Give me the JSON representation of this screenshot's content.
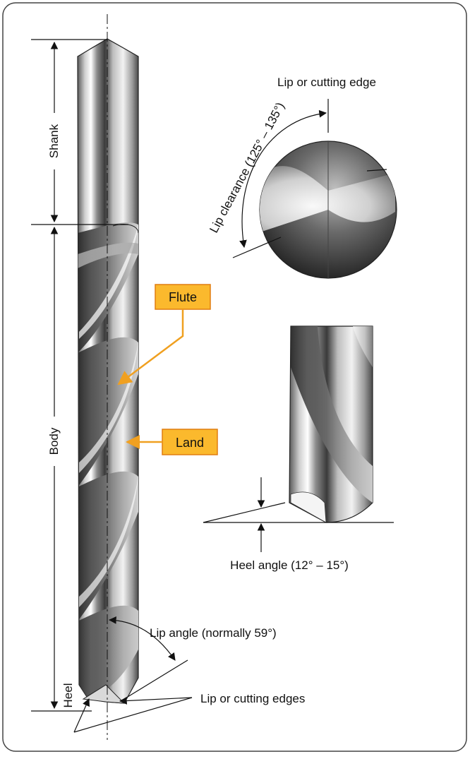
{
  "labels": {
    "shank": "Shank",
    "body": "Body",
    "heel": "Heel",
    "flute": "Flute",
    "land": "Land",
    "lip_angle": "Lip angle (normally 59°)",
    "lip_cutting_edges": "Lip or cutting edges",
    "lip_cutting_edge": "Lip or cutting edge",
    "lip_clearance": "Lip clearance (125° – 135°)",
    "heel_angle": "Heel angle (12° – 15°)"
  },
  "colors": {
    "callout_fill": "#fbb92d",
    "callout_stroke": "#e07d10",
    "border": "#444444",
    "line": "#111111"
  }
}
